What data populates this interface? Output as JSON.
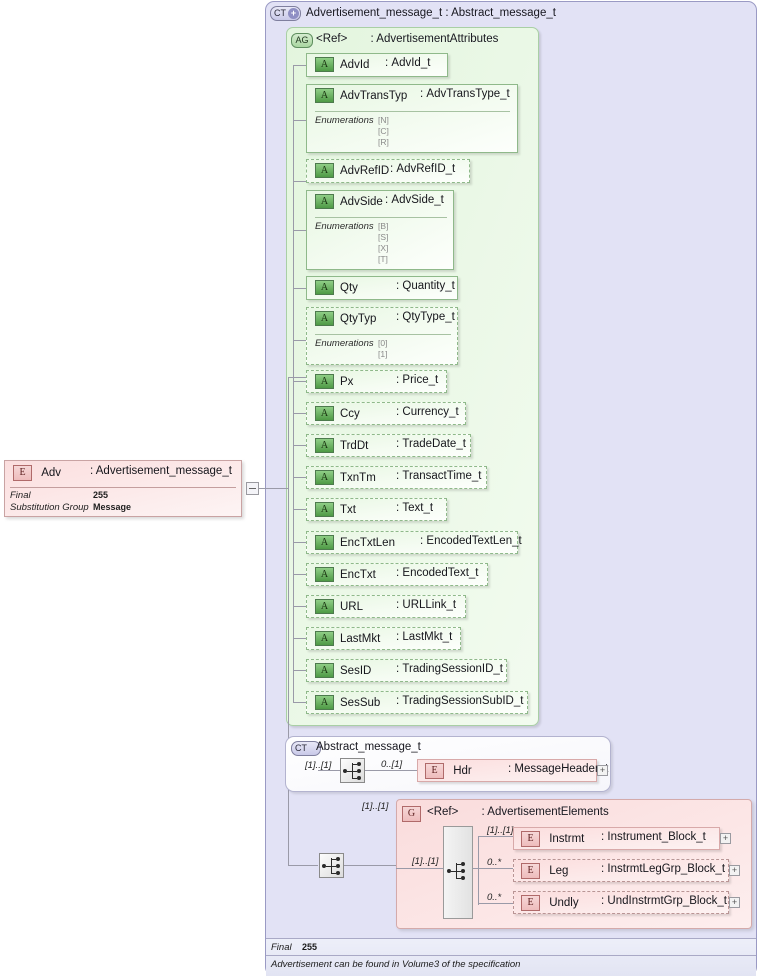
{
  "diagram": {
    "type": "xsd-schema-diagram",
    "title": "Advertisement_message_t : Abstract_message_t",
    "complex_type_icon": "ct-plus-icon"
  },
  "root_element": {
    "icon": "element-icon",
    "name": "Adv",
    "separator": ":",
    "type": "Advertisement_message_t",
    "meta": [
      {
        "label": "Final",
        "value": "255"
      },
      {
        "label": "Substitution Group",
        "value": "Message"
      }
    ],
    "collapse_icon": "collapse-minus-icon"
  },
  "attribute_group": {
    "icon": "attribute-group-icon",
    "ref_label": "<Ref>",
    "separator": ":",
    "name": "AdvertisementAttributes",
    "attributes": [
      {
        "icon": "attribute-icon",
        "name": "AdvId",
        "separator": ":",
        "type": "AdvId_t",
        "required": true,
        "enumerations": []
      },
      {
        "icon": "attribute-icon",
        "name": "AdvTransTyp",
        "separator": ":",
        "type": "AdvTransType_t",
        "required": true,
        "enum_label": "Enumerations",
        "enumerations": [
          "[N]",
          "[C]",
          "[R]"
        ]
      },
      {
        "icon": "attribute-icon",
        "name": "AdvRefID",
        "separator": ":",
        "type": "AdvRefID_t",
        "required": false,
        "enumerations": []
      },
      {
        "icon": "attribute-icon",
        "name": "AdvSide",
        "separator": ":",
        "type": "AdvSide_t",
        "required": true,
        "enum_label": "Enumerations",
        "enumerations": [
          "[B]",
          "[S]",
          "[X]",
          "[T]"
        ]
      },
      {
        "icon": "attribute-icon",
        "name": "Qty",
        "separator": ":",
        "type": "Quantity_t",
        "required": true,
        "enumerations": []
      },
      {
        "icon": "attribute-icon",
        "name": "QtyTyp",
        "separator": ":",
        "type": "QtyType_t",
        "required": false,
        "enum_label": "Enumerations",
        "enumerations": [
          "[0]",
          "[1]"
        ]
      },
      {
        "icon": "attribute-icon",
        "name": "Px",
        "separator": ":",
        "type": "Price_t",
        "required": false,
        "enumerations": []
      },
      {
        "icon": "attribute-icon",
        "name": "Ccy",
        "separator": ":",
        "type": "Currency_t",
        "required": false,
        "enumerations": []
      },
      {
        "icon": "attribute-icon",
        "name": "TrdDt",
        "separator": ":",
        "type": "TradeDate_t",
        "required": false,
        "enumerations": []
      },
      {
        "icon": "attribute-icon",
        "name": "TxnTm",
        "separator": ":",
        "type": "TransactTime_t",
        "required": false,
        "enumerations": []
      },
      {
        "icon": "attribute-icon",
        "name": "Txt",
        "separator": ":",
        "type": "Text_t",
        "required": false,
        "enumerations": []
      },
      {
        "icon": "attribute-icon",
        "name": "EncTxtLen",
        "separator": ":",
        "type": "EncodedTextLen_t",
        "required": false,
        "enumerations": []
      },
      {
        "icon": "attribute-icon",
        "name": "EncTxt",
        "separator": ":",
        "type": "EncodedText_t",
        "required": false,
        "enumerations": []
      },
      {
        "icon": "attribute-icon",
        "name": "URL",
        "separator": ":",
        "type": "URLLink_t",
        "required": false,
        "enumerations": []
      },
      {
        "icon": "attribute-icon",
        "name": "LastMkt",
        "separator": ":",
        "type": "LastMkt_t",
        "required": false,
        "enumerations": []
      },
      {
        "icon": "attribute-icon",
        "name": "SesID",
        "separator": ":",
        "type": "TradingSessionID_t",
        "required": false,
        "enumerations": []
      },
      {
        "icon": "attribute-icon",
        "name": "SesSub",
        "separator": ":",
        "type": "TradingSessionSubID_t",
        "required": false,
        "enumerations": []
      }
    ]
  },
  "abstract_message": {
    "icon": "ct-icon",
    "title": "Abstract_message_t",
    "sequence_occurrence": "[1]..[1]",
    "sequence_icon": "sequence-compositor-icon",
    "children": [
      {
        "occurrence": "0..[1]",
        "icon": "element-icon",
        "name": "Hdr",
        "separator": ":",
        "type": "MessageHeader_t",
        "required": true,
        "expand": "+"
      }
    ]
  },
  "advertisement_elements": {
    "outer_occurrence": "[1]..[1]",
    "sequence_icon": "sequence-compositor-icon",
    "group_icon": "group-icon",
    "ref_label": "<Ref>",
    "separator": ":",
    "name": "AdvertisementElements",
    "inner_occurrence": "[1]..[1]",
    "inner_sequence_icon": "sequence-compositor-icon",
    "children": [
      {
        "occurrence": "[1]..[1]",
        "icon": "element-icon",
        "name": "Instrmt",
        "separator": ":",
        "type": "Instrument_Block_t",
        "required": true,
        "expand": "+"
      },
      {
        "occurrence": "0..*",
        "icon": "element-icon",
        "name": "Leg",
        "separator": ":",
        "type": "InstrmtLegGrp_Block_t",
        "required": false,
        "expand": "+"
      },
      {
        "occurrence": "0..*",
        "icon": "element-icon",
        "name": "Undly",
        "separator": ":",
        "type": "UndInstrmtGrp_Block_t",
        "required": false,
        "expand": "+"
      }
    ]
  },
  "footer": {
    "final_label": "Final",
    "final_value": "255",
    "note": "Advertisement can be found in Volume3 of the specification"
  }
}
